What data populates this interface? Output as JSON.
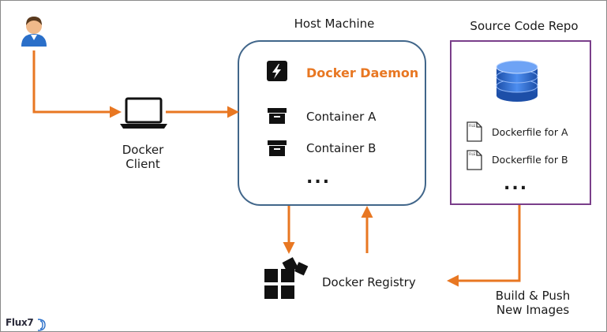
{
  "host": {
    "title": "Host Machine",
    "daemon_label": "Docker Daemon",
    "container_a_label": "Container A",
    "container_b_label": "Container B",
    "ellipsis": "..."
  },
  "repo": {
    "title": "Source Code Repo",
    "file_a_label": "Dockerfile for A",
    "file_b_label": "Dockerfile for B",
    "file_icon_text": "FILE",
    "ellipsis": "..."
  },
  "client": {
    "label_line1": "Docker",
    "label_line2": "Client"
  },
  "registry": {
    "label": "Docker Registry"
  },
  "build": {
    "label_line1": "Build & Push",
    "label_line2": "New Images"
  },
  "brand": {
    "logo_text": "Flux7"
  },
  "colors": {
    "arrow": "#e87722",
    "host_border": "#41668a",
    "repo_border": "#7a3e8a",
    "daemon_text": "#e87722",
    "user_body": "#2a6fc9",
    "user_head": "#f0b98a",
    "database": "#2f6fd0"
  },
  "icons": {
    "user": "user-icon",
    "laptop": "laptop-icon",
    "daemon": "lightning-icon",
    "container": "container-box-icon",
    "registry": "blocks-icon",
    "database": "database-icon",
    "file": "file-icon",
    "logo": "flux7-logo"
  }
}
